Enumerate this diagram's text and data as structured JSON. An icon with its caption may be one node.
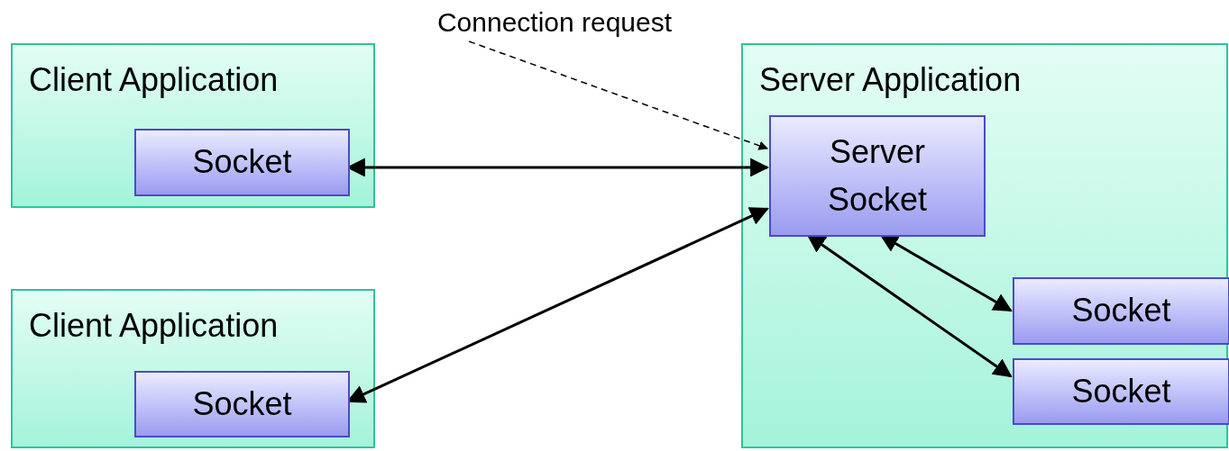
{
  "diagram": {
    "nodes": [
      {
        "text": [
          "Client Application"
        ]
      },
      {
        "text": [
          "Socket"
        ],
        "in": 0
      },
      {
        "text": [
          "Client Application"
        ]
      },
      {
        "text": [
          "Socket"
        ],
        "in": 2
      },
      {
        "text": [
          "Server Application"
        ]
      },
      {
        "text": [
          "Server Socket"
        ],
        "in": 4
      },
      {
        "text": [
          "Socket"
        ],
        "in": 4
      },
      {
        "text": [
          "Socket"
        ],
        "in": 4
      },
      {
        "text": [
          "Connection request"
        ]
      }
    ],
    "edges": [
      {
        "from": 1,
        "to": 5,
        "arrow": "both"
      },
      {
        "from": 3,
        "to": 5,
        "arrow": "both"
      },
      {
        "from": 5,
        "to": 6,
        "arrow": "both"
      },
      {
        "from": 5,
        "to": 7,
        "arrow": "both"
      },
      {
        "from": 8,
        "to": 5,
        "arrow": "to",
        "style": "dashed"
      }
    ]
  }
}
